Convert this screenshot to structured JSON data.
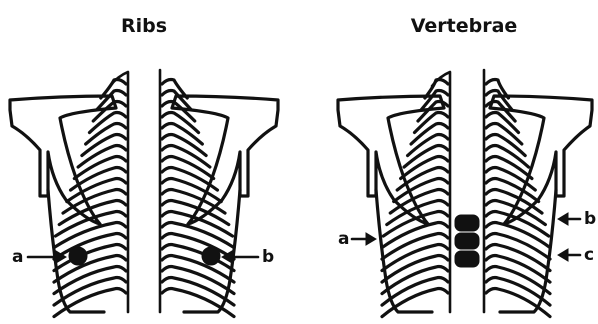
{
  "panels": [
    {
      "title": "Ribs",
      "labels": [
        "a",
        "b"
      ]
    },
    {
      "title": "Vertebrae",
      "labels": [
        "a",
        "b",
        "c"
      ]
    }
  ]
}
